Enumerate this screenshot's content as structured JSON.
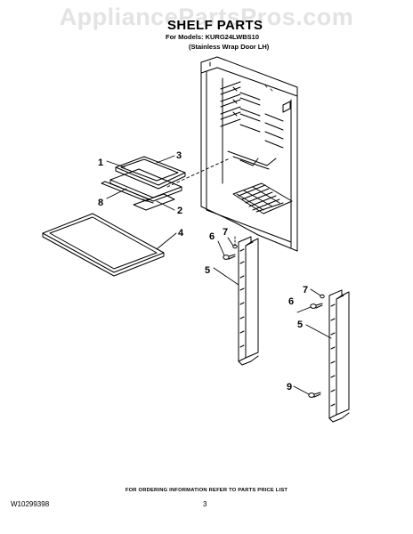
{
  "watermark": "AppliancePartsPros.com",
  "header": {
    "title": "SHELF PARTS",
    "models": "For Models: KURG24LWBS10",
    "variant": "(Stainless Wrap Door LH)"
  },
  "callouts": {
    "c1": "1",
    "c2": "2",
    "c3": "3",
    "c4": "4",
    "c5a": "5",
    "c5b": "5",
    "c6a": "6",
    "c6b": "6",
    "c7a": "7",
    "c7b": "7",
    "c8": "8",
    "c9": "9"
  },
  "footer": {
    "note": "FOR ORDERING INFORMATION REFER TO PARTS PRICE LIST",
    "doc_number": "W10299398",
    "page_number": "3"
  }
}
